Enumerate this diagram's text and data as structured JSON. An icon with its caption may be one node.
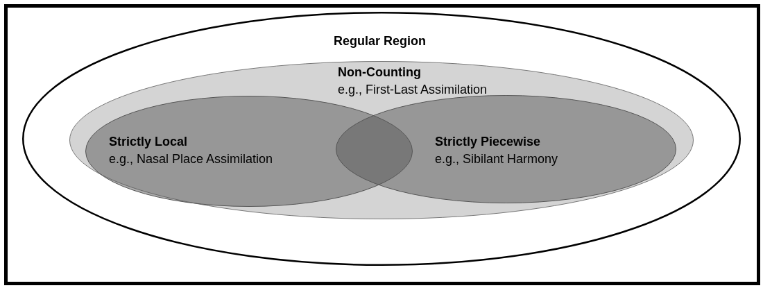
{
  "diagram": {
    "nodes": [
      {
        "text": [
          "Regular Region"
        ]
      },
      {
        "text": [
          "Non-Counting",
          "e.g., First-Last Assimilation"
        ],
        "in": 0
      },
      {
        "text": [
          "Strictly Local",
          "e.g., Nasal Place Assimilation"
        ],
        "in": 1
      },
      {
        "text": [
          "Strictly Piecewise",
          "e.g., Sibilant Harmony"
        ],
        "in": 1
      }
    ]
  }
}
